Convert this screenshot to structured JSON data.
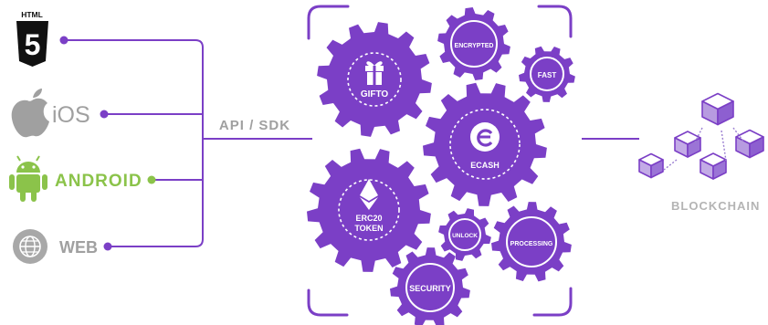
{
  "platforms": {
    "html5_badge_text": "HTML",
    "html5_number": "5",
    "ios_label": "iOS",
    "android_label": "ANDROID",
    "web_label": "WEB"
  },
  "connector_label": "API / SDK",
  "gears": {
    "gifto": "GIFTO",
    "encrypted": "ENCRYPTED",
    "fast": "FAST",
    "ecash": "ECASH",
    "erc20_line1": "ERC20",
    "erc20_line2": "TOKEN",
    "unlock": "UNLOCK",
    "processing": "PROCESSING",
    "security": "SECURITY"
  },
  "blockchain_label": "BLOCKCHAIN",
  "icons": {
    "html5": "html5-shield-icon",
    "ios": "apple-icon",
    "android": "android-robot-icon",
    "web": "globe-icon",
    "gift": "gift-icon",
    "ethereum": "ethereum-icon",
    "ecash": "e-logo-icon",
    "blockchain": "cubes-icon"
  },
  "colors": {
    "purple": "#7b3fc6",
    "purple_dark": "#6a2fb5",
    "gray": "#a0a0a0",
    "android_green": "#8bc34a",
    "light_purple": "#9b7fd1"
  }
}
